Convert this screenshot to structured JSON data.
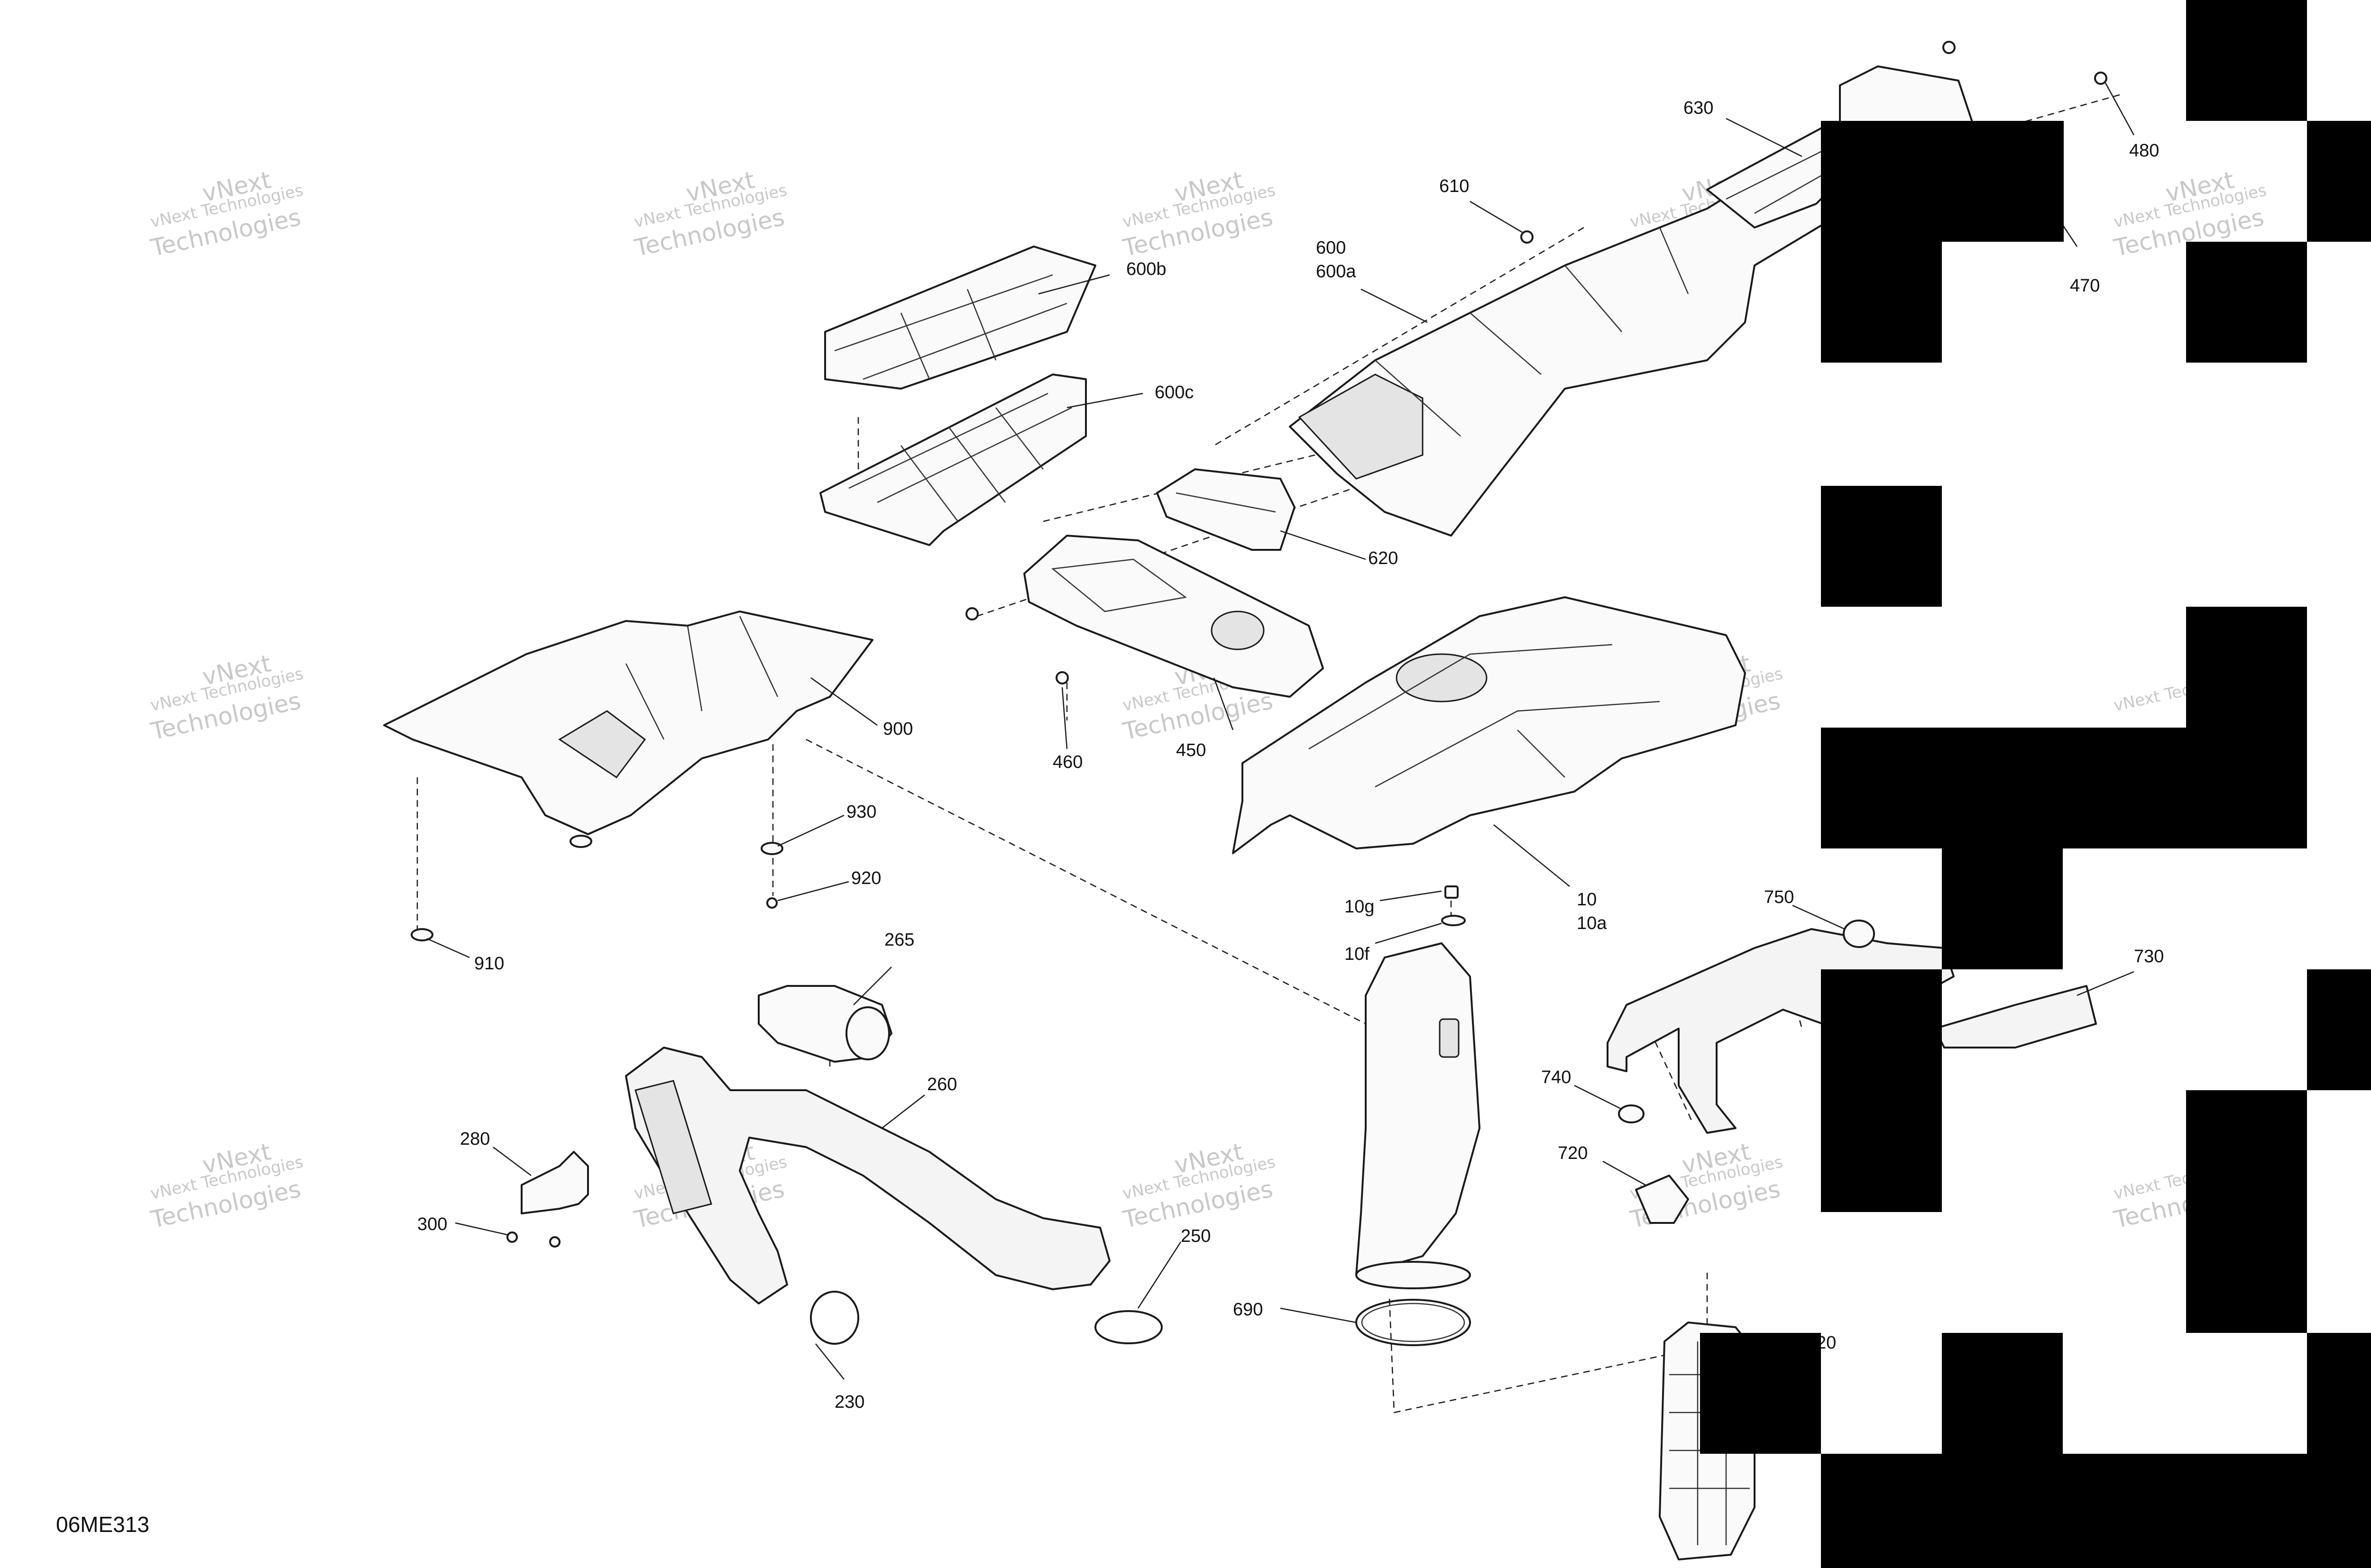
{
  "watermark": {
    "line1": "vNext Technologies",
    "line2": "vNext",
    "line3": "Technologies"
  },
  "drawing_code": "06ME313",
  "callouts": {
    "p480": "480",
    "p630": "630",
    "p470": "470",
    "p610": "610",
    "p600": "600",
    "p600a": "600a",
    "p600b": "600b",
    "p600c": "600c",
    "p620": "620",
    "p450": "450",
    "p460": "460",
    "p900": "900",
    "p930": "930",
    "p920": "920",
    "p910": "910",
    "p10": "10",
    "p10a": "10a",
    "p10g": "10g",
    "p10f": "10f",
    "p750": "750",
    "p730": "730",
    "p740": "740",
    "p720": "720",
    "p265": "265",
    "p260": "260",
    "p280": "280",
    "p300": "300",
    "p250": "250",
    "p230": "230",
    "p690": "690",
    "p20": "20"
  }
}
